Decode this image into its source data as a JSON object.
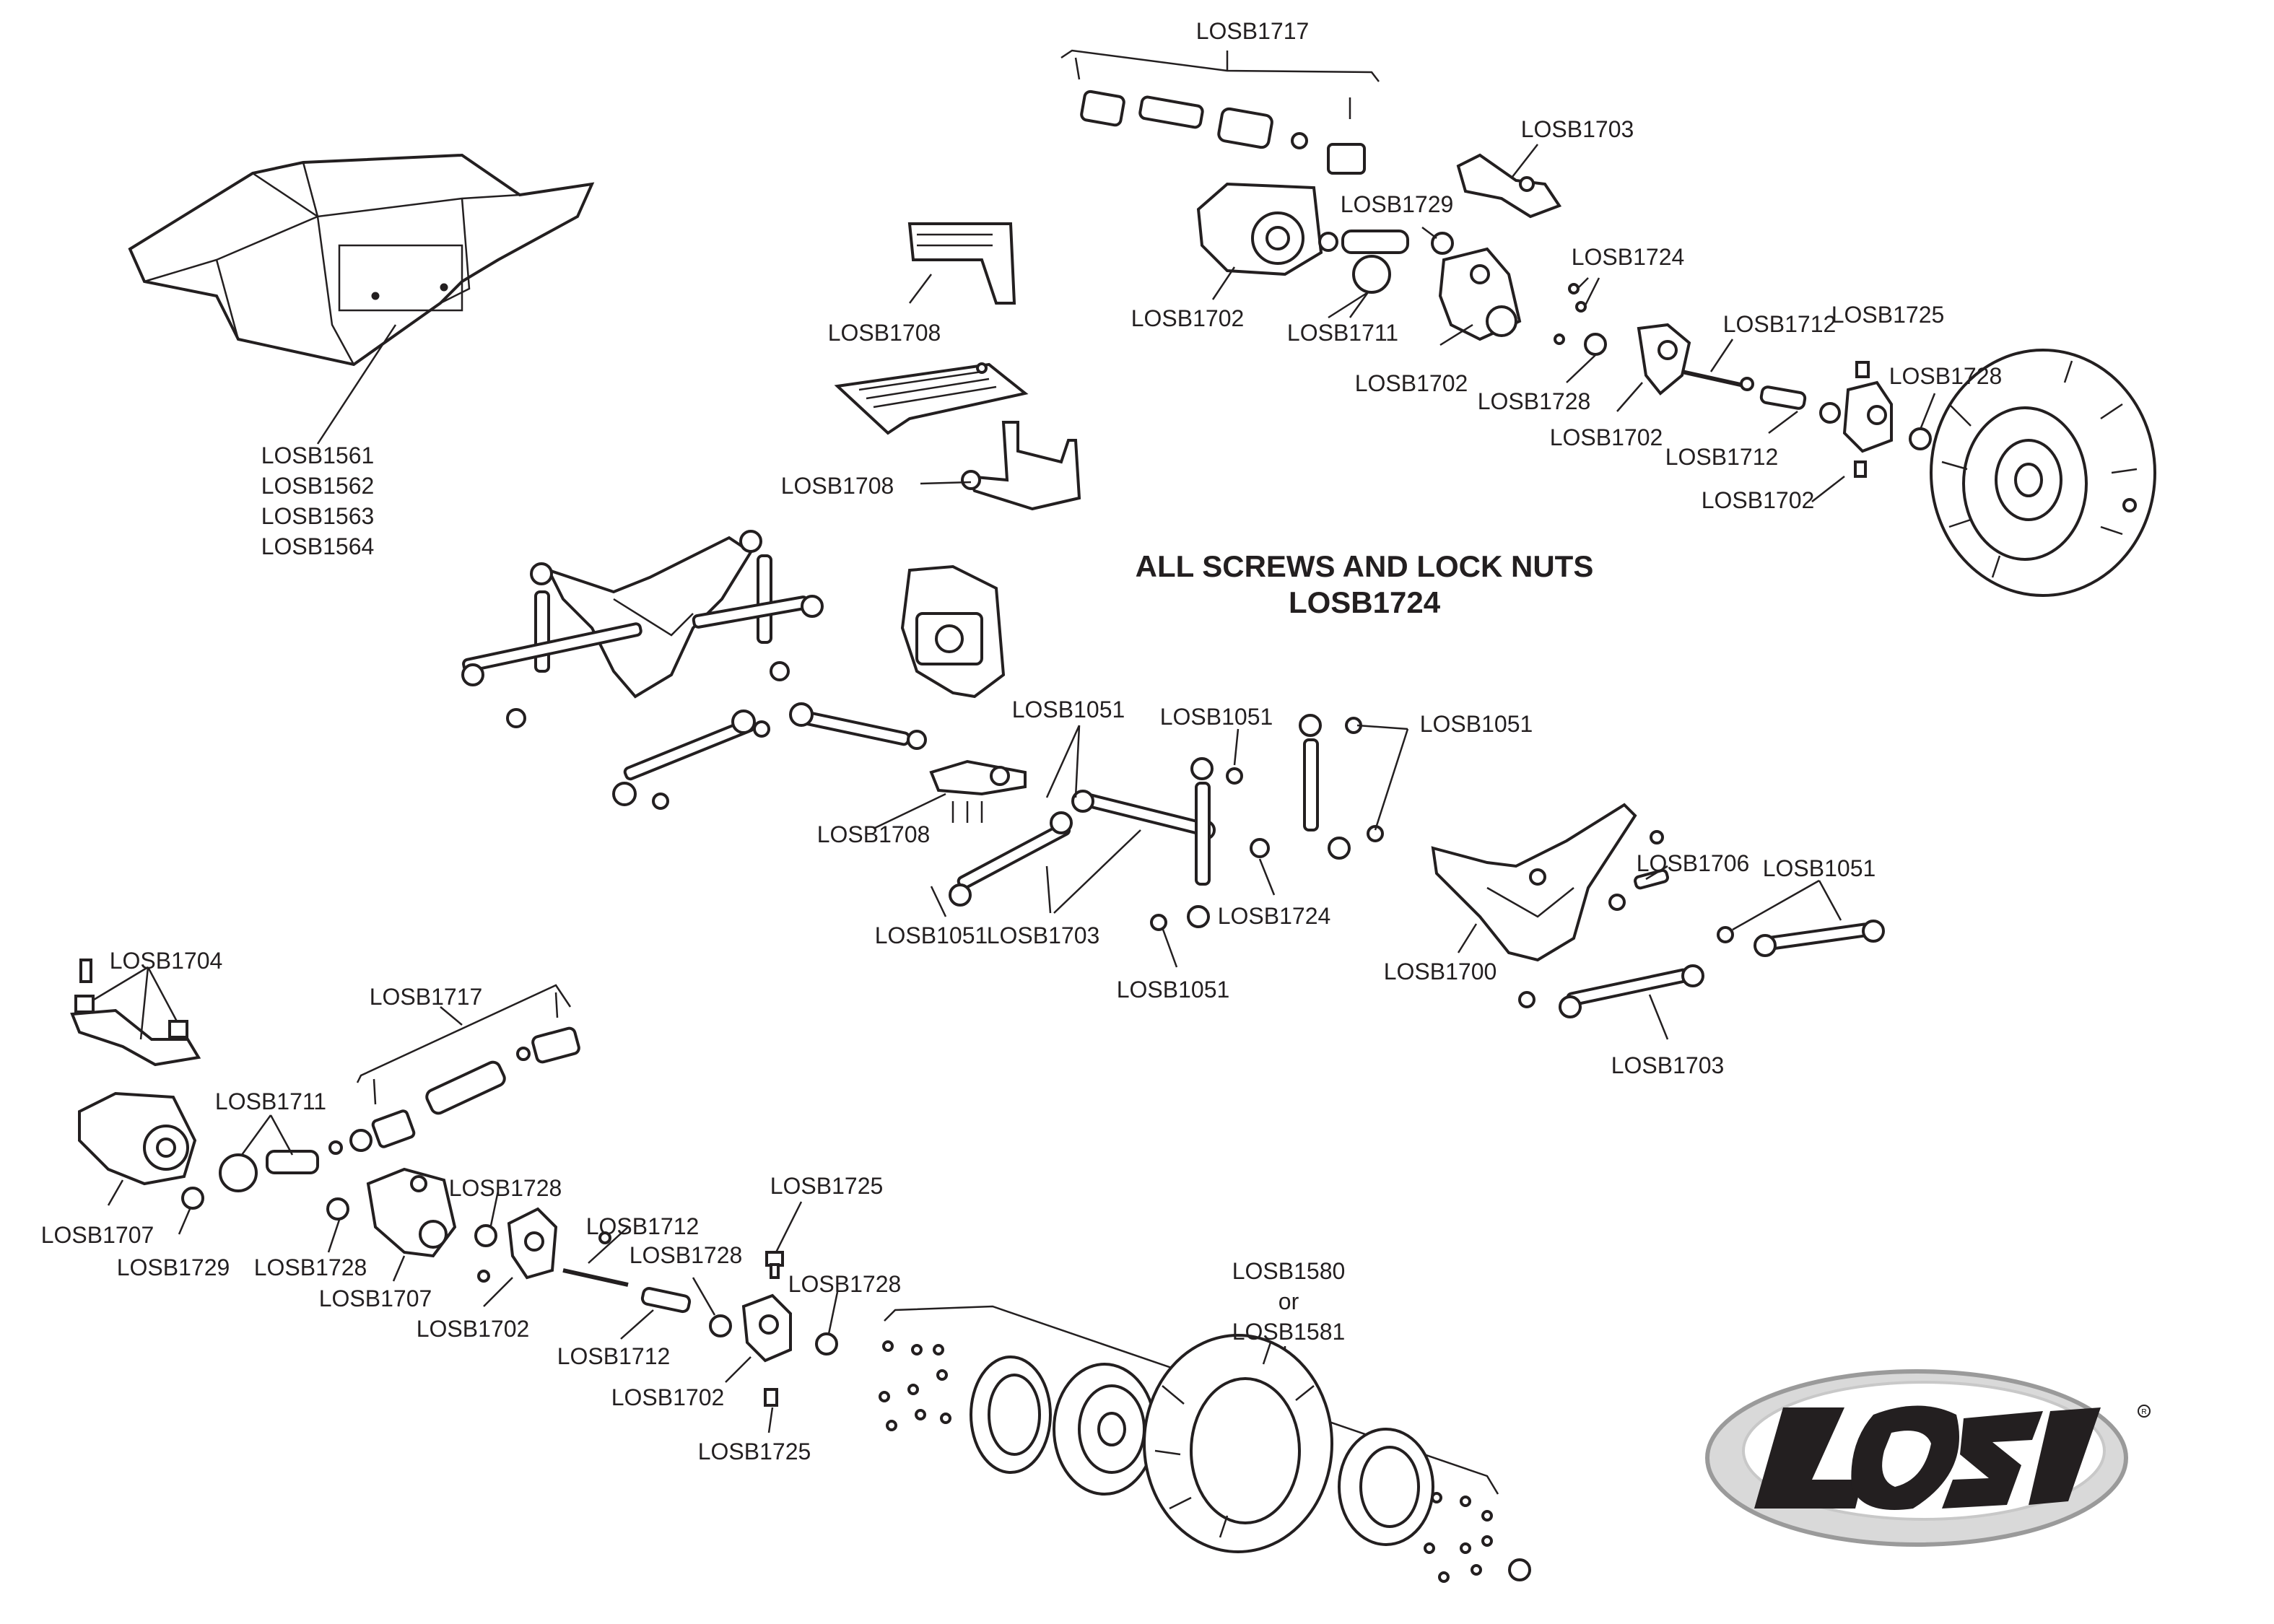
{
  "heading": {
    "line1": "ALL SCREWS AND LOCK NUTS",
    "line2": "LOSB1724"
  },
  "brand": {
    "logo_text": "LOSI"
  },
  "labels": {
    "body": [
      "LOSB1561",
      "LOSB1562",
      "LOSB1563",
      "LOSB1564"
    ],
    "skid_top": "LOSB1708",
    "skid_bottom": "LOSB1708",
    "link_mount": "LOSB1708",
    "driveshaft_front": "LOSB1717",
    "driveshaft_rear": "LOSB1717",
    "diff_housing_front": "LOSB1702",
    "diff_cover_front": "LOSB1702",
    "ring_pinion_front": "LOSB1711",
    "bearing_front": "LOSB1729",
    "shock_mount_front": "LOSB1703",
    "screws_front_axle": "LOSB1724",
    "steering_knuckle_front": "LOSB1702",
    "bushing_front": "LOSB1728",
    "axle_front": "LOSB1712",
    "axle_stub_front": "LOSB1712",
    "kingpin_front": "LOSB1725",
    "bearing_hub_front": "LOSB1728",
    "hub_carrier_front": "LOSB1702",
    "rod_ends_1": "LOSB1051",
    "rod_ends_2": "LOSB1051",
    "rod_ends_3": "LOSB1051",
    "rod_ends_4": "LOSB1051",
    "rod_ends_5": "LOSB1051",
    "rod_ends_6": "LOSB1051",
    "links_mid": "LOSB1703",
    "links_rear": "LOSB1703",
    "nut_mid": "LOSB1724",
    "shock_tower": "LOSB1700",
    "servo_saver": "LOSB1706",
    "rear_mount": "LOSB1704",
    "rear_housing": "LOSB1707",
    "rear_bearing": "LOSB1729",
    "rear_ring_pinion": "LOSB1711",
    "rear_bushing_1": "LOSB1728",
    "rear_bushing_2": "LOSB1728",
    "rear_cover": "LOSB1707",
    "rear_knuckle": "LOSB1702",
    "rear_axle": "LOSB1712",
    "rear_bushing_3": "LOSB1728",
    "rear_axle_stub": "LOSB1712",
    "rear_kingpin_top": "LOSB1725",
    "rear_bearing_hub": "LOSB1728",
    "rear_hub_carrier": "LOSB1702",
    "rear_kingpin_bottom": "LOSB1725",
    "wheel_line1": "LOSB1580",
    "wheel_line2": "or",
    "wheel_line3": "LOSB1581"
  }
}
